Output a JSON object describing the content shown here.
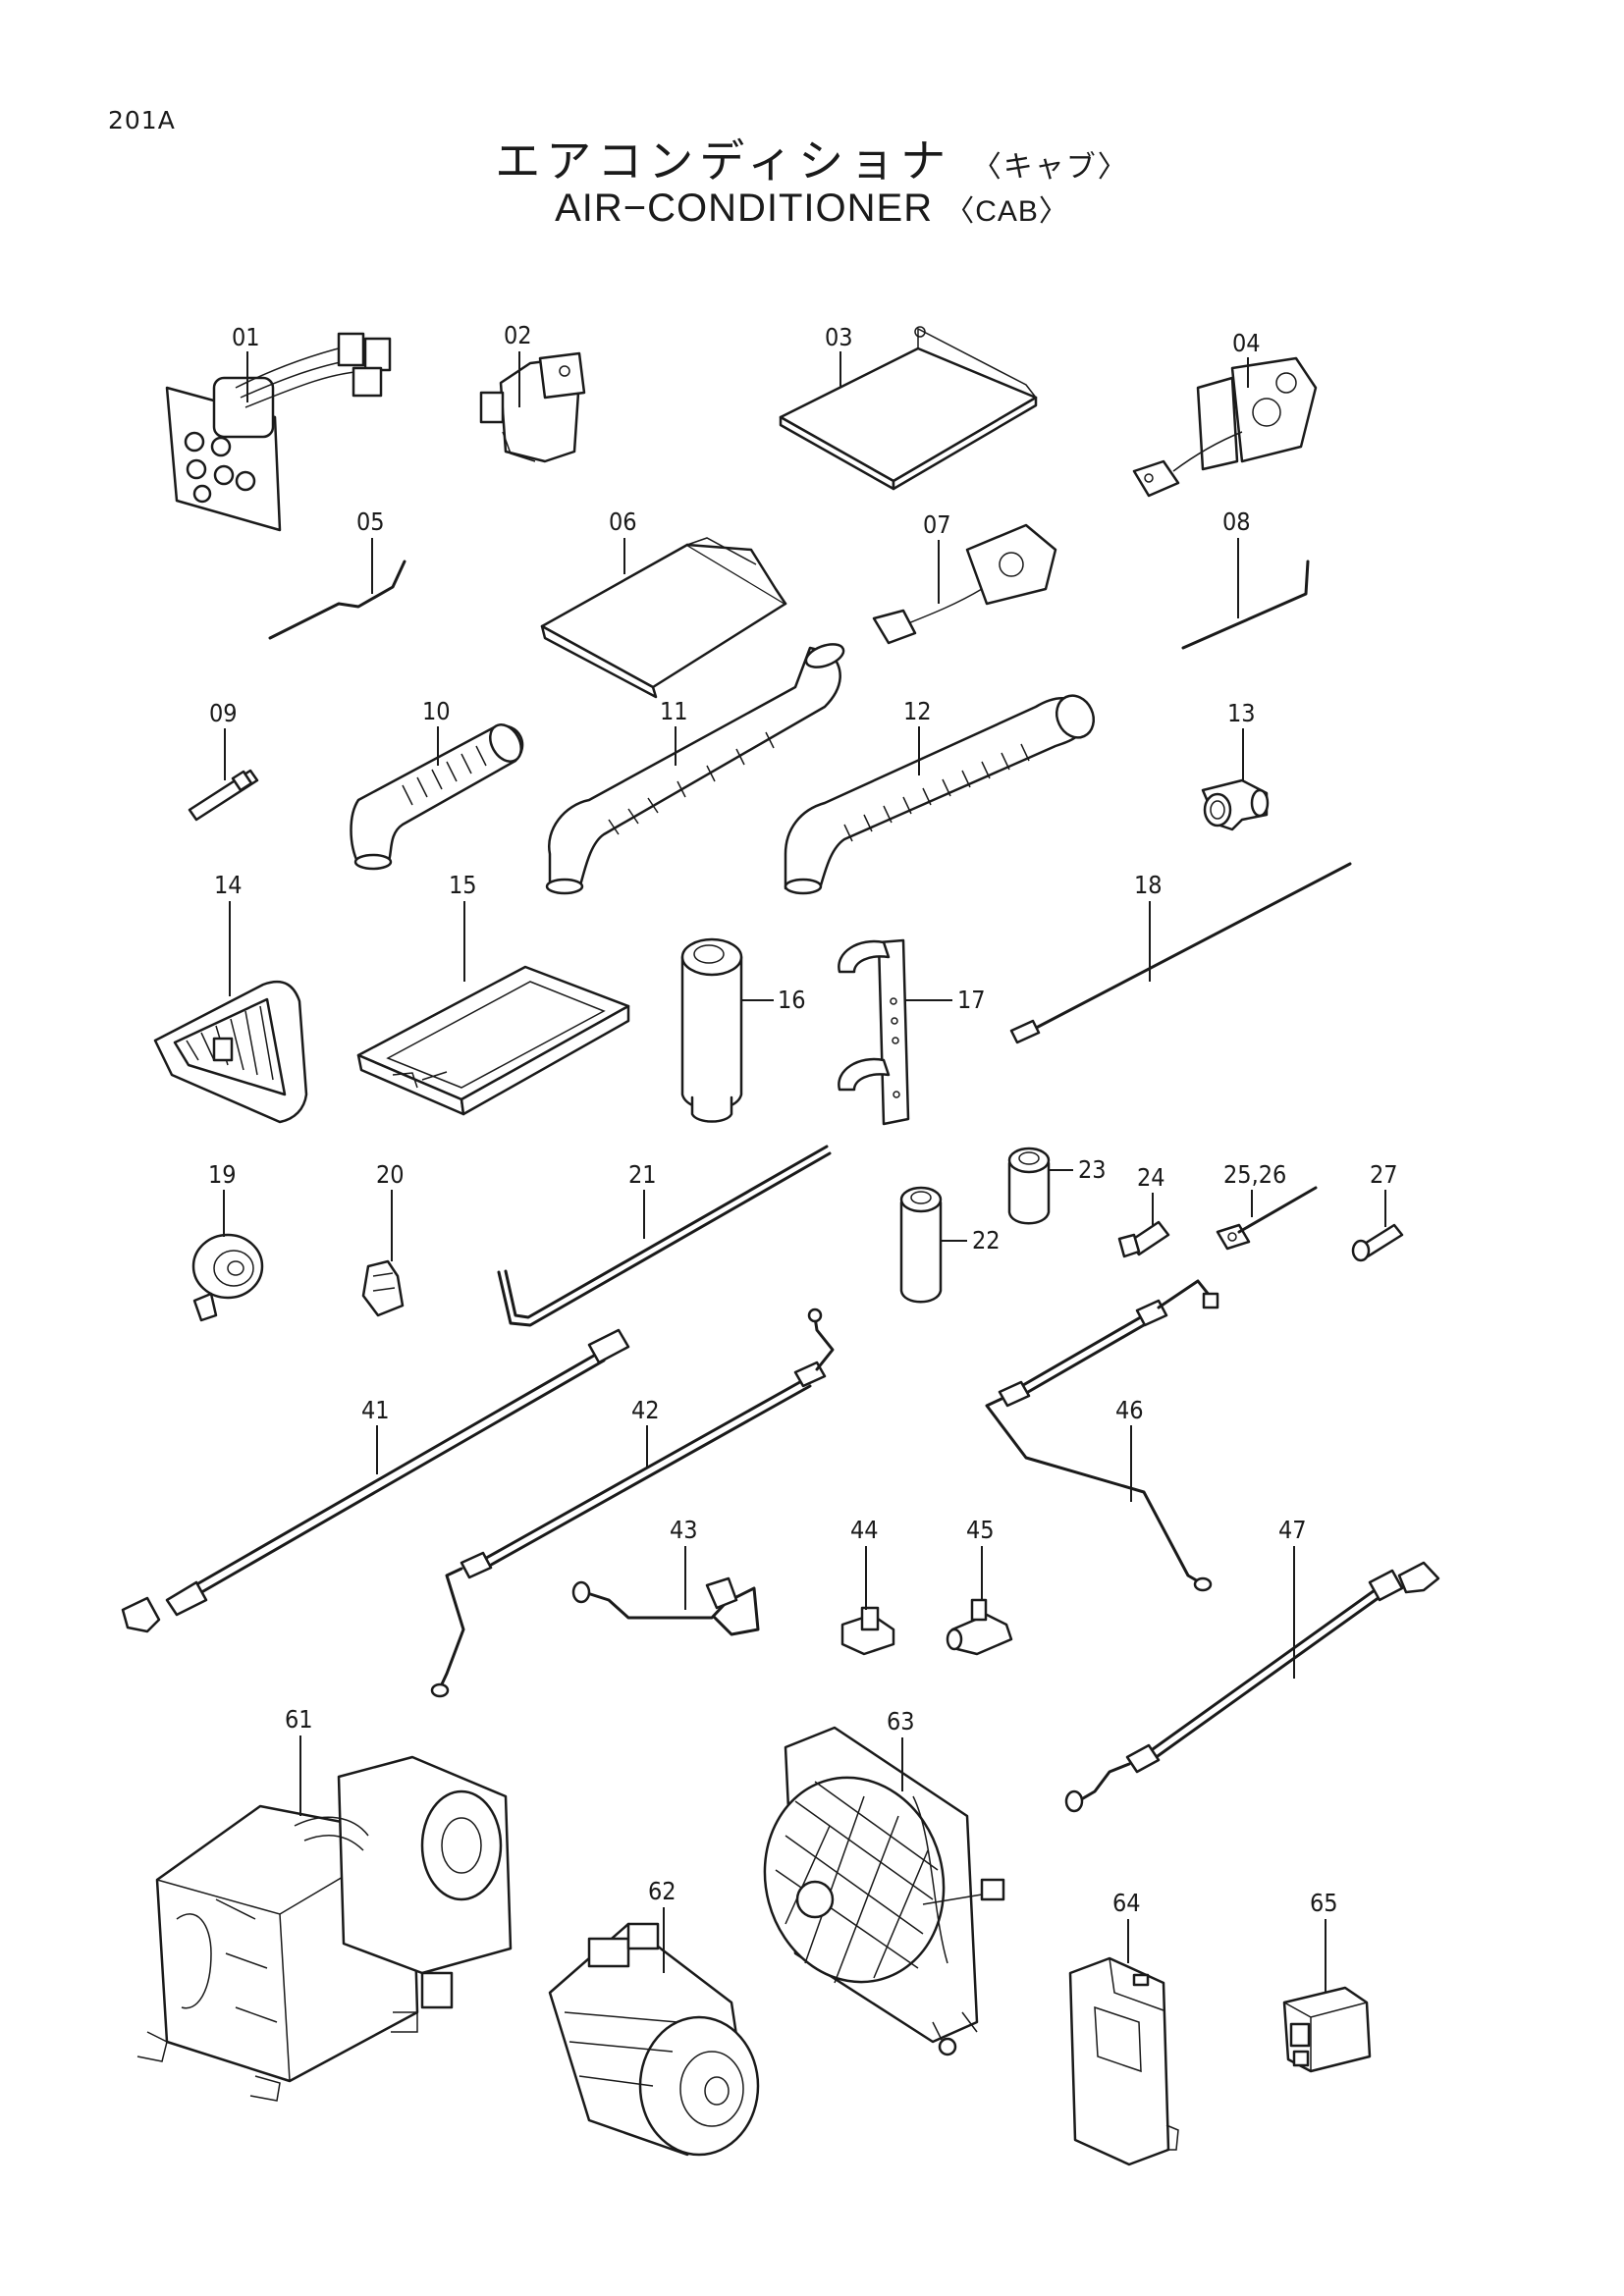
{
  "header": {
    "page_code": "201A",
    "title_jp": "エアコンディショナ",
    "title_jp_sub": "〈キャブ〉",
    "title_en": "AIR−CONDITIONER",
    "title_en_sub": "〈CAB〉"
  },
  "callouts": {
    "p01": "01",
    "p02": "02",
    "p03": "03",
    "p04": "04",
    "p05": "05",
    "p06": "06",
    "p07": "07",
    "p08": "08",
    "p09": "09",
    "p10": "10",
    "p11": "11",
    "p12": "12",
    "p13": "13",
    "p14": "14",
    "p15": "15",
    "p16": "16",
    "p17": "17",
    "p18": "18",
    "p19": "19",
    "p20": "20",
    "p21": "21",
    "p22": "22",
    "p23": "23",
    "p24": "24",
    "p25_26": "25,26",
    "p27": "27",
    "p41": "41",
    "p42": "42",
    "p43": "43",
    "p44": "44",
    "p45": "45",
    "p46": "46",
    "p47": "47",
    "p61": "61",
    "p62": "62",
    "p63": "63",
    "p64": "64",
    "p65": "65"
  }
}
